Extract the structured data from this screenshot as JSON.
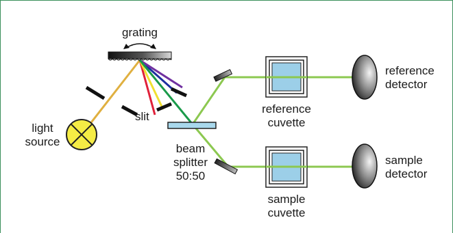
{
  "diagram": {
    "labels": {
      "grating": "grating",
      "slit": "slit",
      "light_source": [
        "light",
        "source"
      ],
      "beam_splitter": [
        "beam",
        "splitter",
        "50:50"
      ],
      "reference_cuvette": [
        "reference",
        "cuvette"
      ],
      "sample_cuvette": [
        "sample",
        "cuvette"
      ],
      "reference_detector": [
        "reference",
        "detector"
      ],
      "sample_detector": [
        "sample",
        "detector"
      ]
    },
    "colors": {
      "frame": "#3a8f5a",
      "source_beam": "#e0b040",
      "green_beam": "#8cc850",
      "lamp_fill": "#f5ec45",
      "splitter_fill": "#a8d8ec",
      "cuvette_fill": "#9ccfe8"
    },
    "spectrum_colors": [
      "#e0213a",
      "#f0e030",
      "#1a9a4a",
      "#1c2fa0",
      "#7030a0"
    ]
  }
}
